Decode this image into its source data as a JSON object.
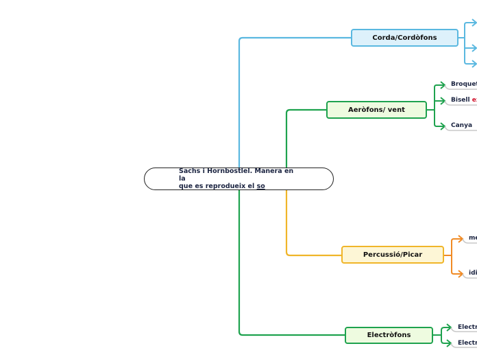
{
  "root": {
    "line1": "Sachs i Hornbostlel. Manera en la",
    "line2_a": "que es reprodueix el ",
    "line2_b": "so"
  },
  "branches": {
    "corda": "Corda/Cordòfons",
    "aerofons": "Aeròfons/ vent",
    "percussio": "Percussió/Picar",
    "electrofons": "Electròfons"
  },
  "leaves": {
    "broquet": "Broquet",
    "bisell_a": "Bisell ",
    "bisell_b": "ex",
    "canya": "Canya",
    "me": "me",
    "idi": "idi",
    "electr1": "Electr",
    "electr2": "Electr"
  },
  "colors": {
    "blue": "#5ab8e0",
    "green": "#1ea24e",
    "orange": "#f0b529",
    "leaf_orange": "#f08a24"
  }
}
